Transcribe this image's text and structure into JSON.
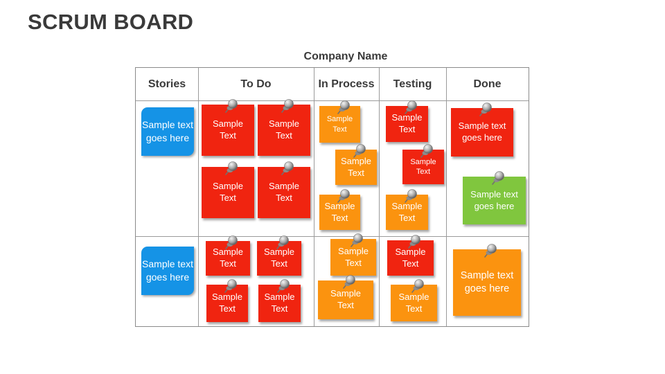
{
  "title": "SCRUM BOARD",
  "company": "Company Name",
  "columns": [
    "Stories",
    "To Do",
    "In Process",
    "Testing",
    "Done"
  ],
  "stories": [
    "Sample text goes here",
    "Sample text goes here"
  ],
  "notes": {
    "todo": [
      "Sample\nText",
      "Sample\nText",
      "Sample\nText",
      "Sample\nText",
      "Sample\nText",
      "Sample\nText",
      "Sample\nText",
      "Sample\nText"
    ],
    "inprocess": [
      "Sample\nText",
      "Sample\nText",
      "Sample\nText",
      "Sample\nText",
      "Sample\nText"
    ],
    "testing": [
      "Sample\nText",
      "Sample\nText",
      "Sample\nText",
      "Sample Text",
      "Sample\nText"
    ],
    "done": [
      "Sample text\ngoes here",
      "Sample text\ngoes here",
      "Sample text\ngoes here"
    ]
  },
  "colors": {
    "red": "#f02410",
    "orange": "#fb930f",
    "green": "#80c63e",
    "blue": "#1593e6"
  },
  "icons": {
    "pin": "push-pin-icon"
  }
}
